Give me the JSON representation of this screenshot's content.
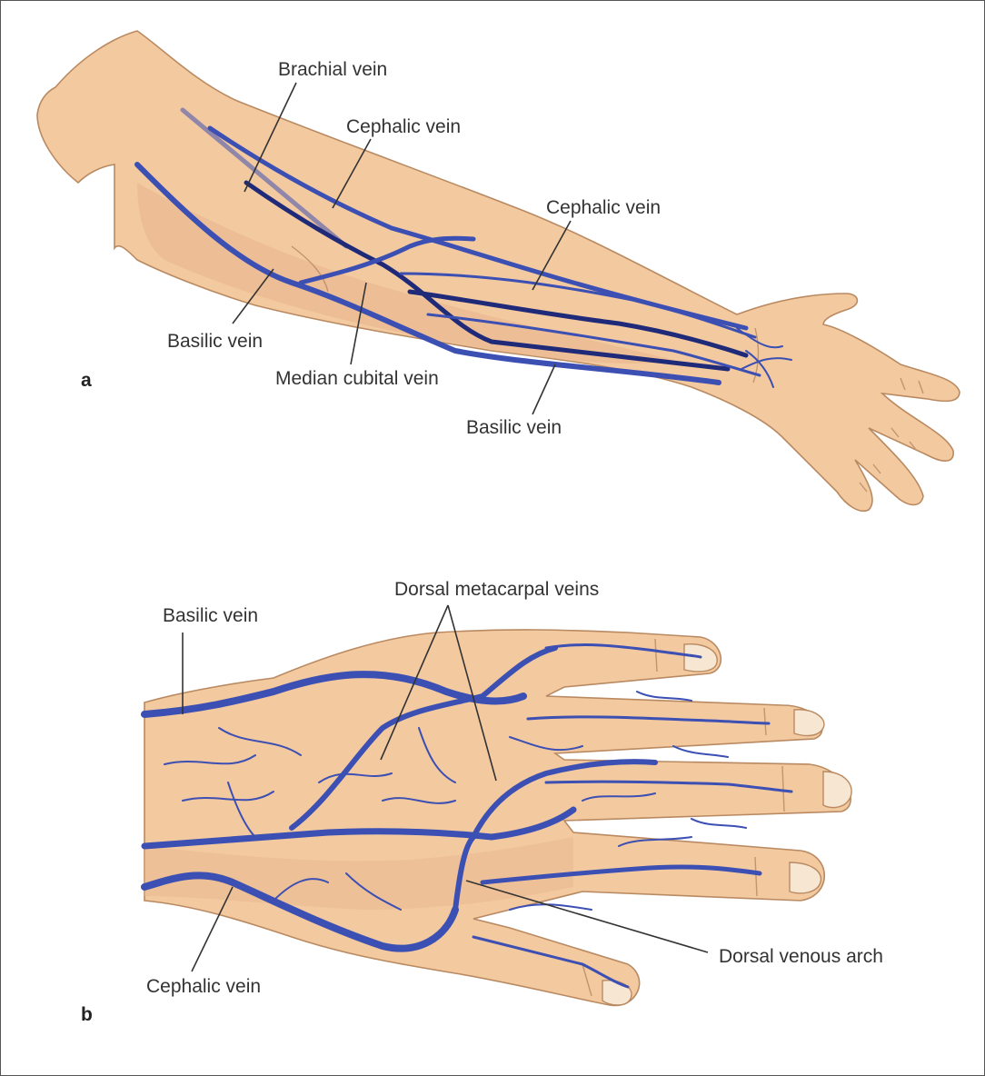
{
  "panel_a": {
    "letter": "a",
    "labels": {
      "brachial_vein": "Brachial vein",
      "cephalic_vein_upper": "Cephalic vein",
      "cephalic_vein_forearm": "Cephalic vein",
      "basilic_vein_upper": "Basilic vein",
      "median_cubital_vein": "Median cubital vein",
      "basilic_vein_forearm": "Basilic vein"
    }
  },
  "panel_b": {
    "letter": "b",
    "labels": {
      "basilic_vein": "Basilic vein",
      "dorsal_metacarpal_veins": "Dorsal metacarpal veins",
      "dorsal_venous_arch": "Dorsal venous arch",
      "cephalic_vein": "Cephalic vein"
    }
  },
  "colors": {
    "vein": "#3c4fb3",
    "deep_vein": "#1f2a78",
    "skin": "#f3c9a0",
    "outline": "#b98a62"
  }
}
